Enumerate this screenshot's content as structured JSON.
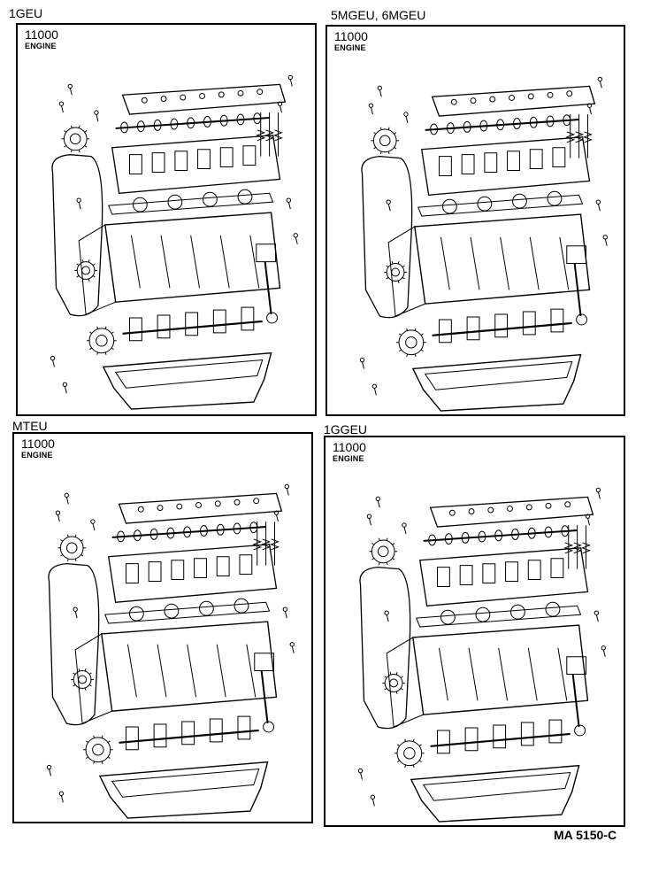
{
  "panels": [
    {
      "variant": "1GEU",
      "code": "11000",
      "label": "ENGINE",
      "icon": "engine-exploded-diagram-icon"
    },
    {
      "variant": "5MGEU, 6MGEU",
      "code": "11000",
      "label": "ENGINE",
      "icon": "engine-exploded-diagram-icon"
    },
    {
      "variant": "MTEU",
      "code": "11000",
      "label": "ENGINE",
      "icon": "engine-exploded-diagram-icon"
    },
    {
      "variant": "1GGEU",
      "code": "11000",
      "label": "ENGINE",
      "icon": "engine-exploded-diagram-icon"
    }
  ],
  "footer": {
    "ref": "MA 5150-C"
  }
}
